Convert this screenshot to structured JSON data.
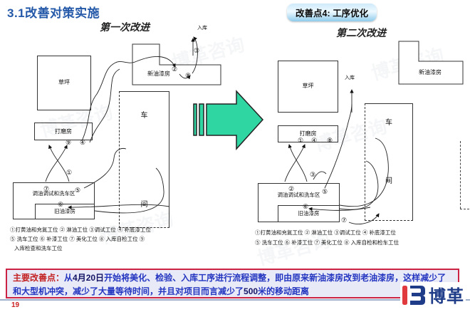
{
  "page": {
    "title": "3.1改善对策实施",
    "badge_label": "改善点4: 工序优化",
    "page_number": "19",
    "logo_text": "博革",
    "watermark_text": "博革咨询"
  },
  "left": {
    "caption": "第一次改进",
    "inbound_label": "入库",
    "lawn": "草坪",
    "sanding_room": "打磨房",
    "new_paint_room": "新油漆房",
    "workshop_char_top": "车",
    "workshop_char_bottom": "间",
    "mix_area": "调油调试和洗车区",
    "old_paint_room": "旧油漆房",
    "markers": {
      "m1": "①",
      "m2": "②",
      "m3": "③",
      "m4": "④",
      "m5": "⑤",
      "m6": "⑥",
      "m7": "⑦",
      "m8": "⑧",
      "m9": "⑨"
    },
    "legend": [
      "①打黄油和充氮工位 ② 淋油工位 ③调试工位 ④ 补底漆工位",
      "⑤ 洗车工位 ⑥ 补漆工位 ⑦ 美化工位 ⑧ 入库自检工位 ⑨",
      "入库检查和洗车工位"
    ]
  },
  "right": {
    "caption": "第二次改进",
    "inbound_label": "入库",
    "lawn": "草坪",
    "sanding_room": "打磨房",
    "new_paint_room": "新油漆房",
    "workshop_char_top": "车",
    "workshop_char_bottom": "间",
    "mix_area": "调油调试和洗车区",
    "old_paint_room": "旧油漆房",
    "markers": {
      "m1": "①",
      "m2": "②",
      "m3": "③",
      "m4": "④",
      "m5": "⑤",
      "m6": "⑥",
      "m7": "⑦",
      "m8": "⑧"
    },
    "legend": [
      "①打黄油和充氮工位 ② 淋油工位 ③调试工位 ④ 补底漆工位",
      "⑤ 洗车工位 ⑥ 补漆工位 ⑦ 美化工位 ⑧ 入库自检和检车工位"
    ]
  },
  "summary": {
    "segments": [
      {
        "text": "主要改善点：",
        "style": "lead"
      },
      {
        "text": "从",
        "style": "body"
      },
      {
        "text": "4月20日",
        "style": "em"
      },
      {
        "text": "开始将美化、检验、入库工序进行流程调整，即由原来新油漆房改到老油漆房，这样减少了和大型机冲突，减少了大量等待时间，并且对项目而言减少了",
        "style": "body"
      },
      {
        "text": "500",
        "style": "em"
      },
      {
        "text": "米的移动距离",
        "style": "body"
      }
    ]
  },
  "colors": {
    "title_blue": "#2458A8",
    "arrow_green": "#2fd6a2",
    "summary_border_red": "#cc2244",
    "summary_text_blue": "#2335c0",
    "summary_lead_red": "#c32222"
  }
}
